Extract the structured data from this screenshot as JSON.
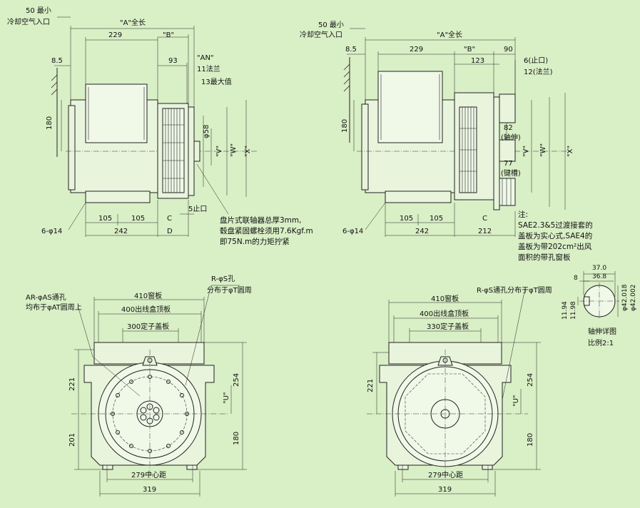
{
  "view_tl": {
    "min_gap": "50 最小",
    "air_inlet": "冷却空气入口",
    "a_len": "\"A\"全长",
    "d229": "229",
    "b": "\"B\"",
    "d93": "93",
    "an": "\"AN\"",
    "flange11": "11法兰",
    "max13": "13最大值",
    "d8_5": "8.5",
    "d180": "180",
    "phi58": "φ58",
    "v": "\"V\"",
    "w": "\"W\"",
    "x": "\"X\"",
    "stop5": "5止口",
    "d105a": "105",
    "d105b": "105",
    "c": "C",
    "d242": "242",
    "d": "D",
    "holes": "6-φ14",
    "note1": "盘片式联轴器总厚3mm,",
    "note2": "毂盘紧固螺栓须用7.6Kgf.m",
    "note3": "即75N.m的力矩拧紧"
  },
  "view_tr": {
    "min_gap": "50 最小",
    "air_inlet": "冷却空气入口",
    "a_len": "\"A\"全长",
    "d8_5": "8.5",
    "d229": "229",
    "b": "\"B\"",
    "d90": "90",
    "d123": "123",
    "stop6": "6(止口)",
    "flange12": "12(法兰)",
    "d180": "180",
    "d82": "82",
    "shaft_ext": "(轴伸)",
    "d77": "77",
    "keyway": "(键槽)",
    "v": "\"V\"",
    "w": "\"W\"",
    "x": "\"X\"",
    "c": "C",
    "d105a": "105",
    "d105b": "105",
    "d242": "242",
    "d212": "212",
    "holes": "6-φ14",
    "note_head": "注:",
    "note1": "SAE2.3&5过渡接套的",
    "note2": "盖板为实心式,SAE4的",
    "note3": "盖板为带202cm²出风",
    "note4": "面积的带孔窗板"
  },
  "view_bl": {
    "ar": "AR-φAS通孔",
    "ar2": "均布于φAT圆周上",
    "r": "R-φS孔",
    "r2": "分布于φT圆周",
    "win410": "410窗板",
    "box400": "400出线盒顶板",
    "stator300": "300定子盖板",
    "d221": "221",
    "d201": "201",
    "d254": "254",
    "d180": "180",
    "u": "\"U\"",
    "c279": "279中心距",
    "d319": "319"
  },
  "view_br": {
    "r": "R-φS通孔分布于φT圆周",
    "win410": "410窗板",
    "box400": "400出线盒顶板",
    "stator330": "330定子盖板",
    "d221": "221",
    "d254": "254",
    "d180": "180",
    "u": "\"U\"",
    "c279": "279中心距",
    "d319": "319"
  },
  "shaft_detail": {
    "d37": "37.0",
    "d36_8": "36.8",
    "d8": "8",
    "d11_94": "11.94",
    "d11_98": "11.98",
    "d42_018": "φ42.018",
    "d42_002": "φ42.002",
    "title": "轴伸详图",
    "scale": "比例2:1"
  }
}
